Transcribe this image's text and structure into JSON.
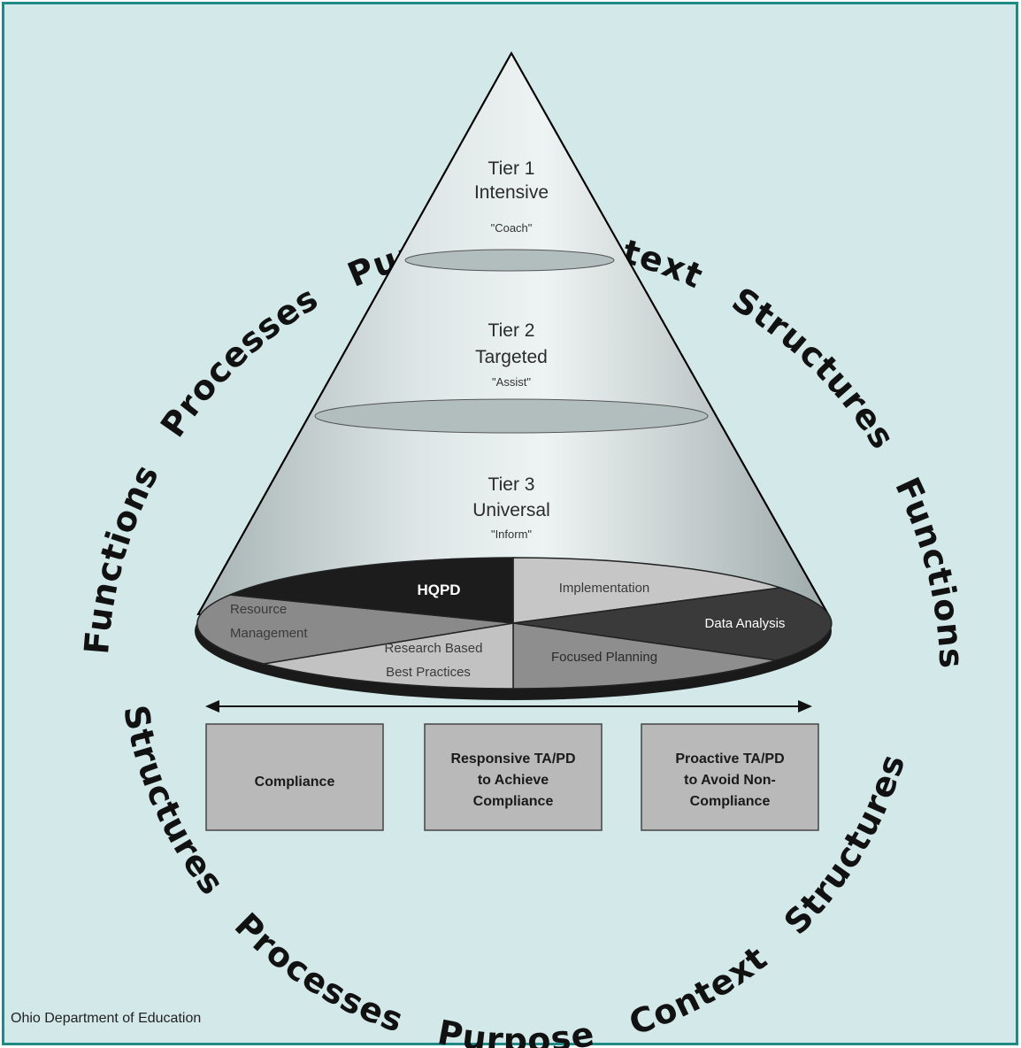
{
  "outer_ring": {
    "top_arc_words": [
      "Functions",
      "Processes",
      "Purpose",
      "Context",
      "Structures",
      "Functions",
      "Processes",
      "Purpose",
      "Context"
    ],
    "bottom_arc_words": [
      "Structures",
      "Processes",
      "Purpose",
      "Context",
      "Structures"
    ]
  },
  "tiers": [
    {
      "title": "Tier 1",
      "level": "Intensive",
      "role": "\"Coach\""
    },
    {
      "title": "Tier 2",
      "level": "Targeted",
      "role": "\"Assist\""
    },
    {
      "title": "Tier 3",
      "level": "Universal",
      "role": "\"Inform\""
    }
  ],
  "base_segments": {
    "hqpd": "HQPD",
    "implementation": "Implementation",
    "data_analysis": "Data Analysis",
    "focused_planning": "Focused Planning",
    "research_line1": "Research Based",
    "research_line2": "Best Practices",
    "resource_line1": "Resource",
    "resource_line2": "Management"
  },
  "continuum_boxes": [
    {
      "lines": [
        "Compliance"
      ]
    },
    {
      "lines": [
        "Responsive TA/PD",
        "to Achieve",
        "Compliance"
      ]
    },
    {
      "lines": [
        "Proactive TA/PD",
        "to Avoid Non-",
        "Compliance"
      ]
    }
  ],
  "source": "Ohio Department of Education",
  "colors": {
    "frame_border": "#1f8a86",
    "background": "#d3e8e8",
    "hqpd": "#1c1c1c",
    "data_analysis": "#3a3a3a",
    "light_segment": "#c6c6c6",
    "mid_segment": "#8e8e8e"
  }
}
